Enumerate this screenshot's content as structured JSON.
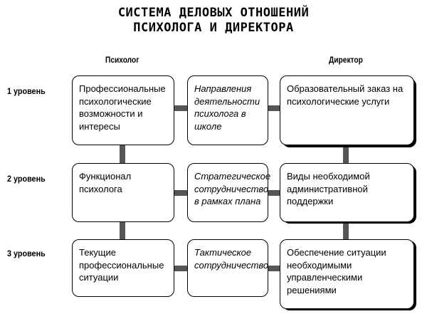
{
  "title_lines": [
    "СИСТЕМА ДЕЛОВЫХ ОТНОШЕНИЙ",
    "ПСИХОЛОГА И ДИРЕКТОРА"
  ],
  "columns": {
    "left": "Психолог",
    "right": "Директор"
  },
  "levels": [
    "1 уровень",
    "2 уровень",
    "3 уровень"
  ],
  "rows": [
    {
      "left": "Профессиональные психологические возможности и интересы",
      "middle": "Направления деятельности психолога в школе",
      "right": "Образовательный заказ на психологические услуги"
    },
    {
      "left": "Функционал психолога",
      "middle": "Стратегическое сотрудничество в рамках плана",
      "right": "Виды необходимой административной поддержки"
    },
    {
      "left": "Текущие профессиональные ситуации",
      "middle": "Тактическое сотрудничество",
      "right": "Обеспечение ситуации необходимыми управленческими решениями"
    }
  ]
}
